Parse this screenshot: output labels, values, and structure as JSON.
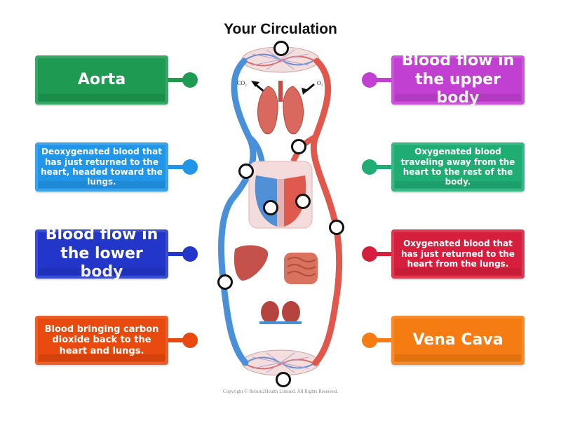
{
  "title": "Your Circulation",
  "copyright": "Copyright © Return2Health Limited. All Rights Reserved.",
  "diagram_text": {
    "co2_label": "CO₂",
    "o2_label": "O₂"
  },
  "labels": {
    "aorta": {
      "text": "Aorta",
      "color": "#1e9a52"
    },
    "deoxy_return": {
      "text": "Deoxygenated blood that has just returned to the heart, headed toward the lungs.",
      "color": "#2196e8"
    },
    "lower_body": {
      "text": "Blood flow in the lower body",
      "color": "#2236c9"
    },
    "co2_back": {
      "text": "Blood bringing carbon dioxide back to the heart and lungs.",
      "color": "#e8490f"
    },
    "upper_body": {
      "text": "Blood flow in the upper body",
      "color": "#c13fd1"
    },
    "oxy_traveling": {
      "text": "Oxygenated blood traveling away from the heart to the rest of the body.",
      "color": "#1fad74"
    },
    "oxy_returned": {
      "text": "Oxygenated blood that has just returned to the heart from the lungs.",
      "color": "#d61f3c"
    },
    "vena_cava": {
      "text": "Vena Cava",
      "color": "#f57c12"
    }
  },
  "colors": {
    "vein_blue": "#4a90d9",
    "artery_red": "#e2574c",
    "organ": "#c94a43"
  }
}
